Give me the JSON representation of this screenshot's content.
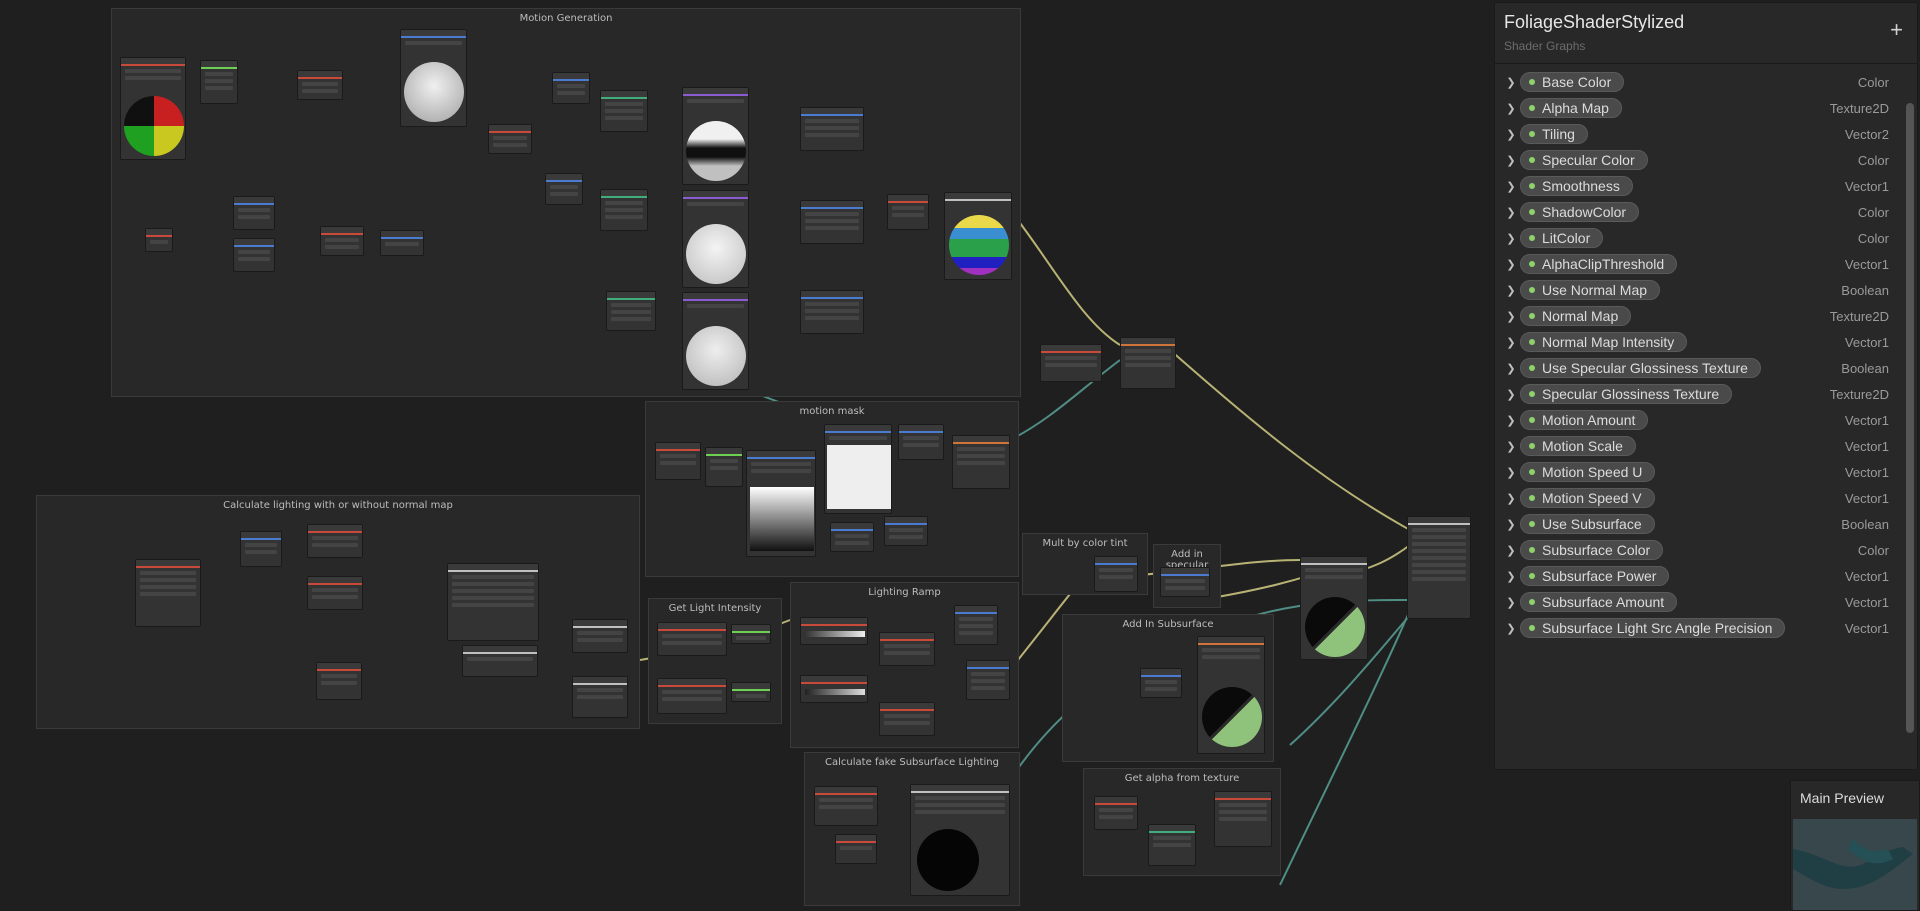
{
  "groups": {
    "motion_generation": "Motion Generation",
    "motion_mask": "motion mask",
    "calc_lighting": "Calculate lighting with or without normal map",
    "get_light_intensity": "Get Light Intensity",
    "lighting_ramp": "Lighting Ramp",
    "mult_by_color_tint": "Mult by color tint",
    "add_in_specular": "Add in specular",
    "add_in_subsurface": "Add In Subsurface",
    "calc_fake_subsurface": "Calculate fake Subsurface Lighting",
    "get_alpha": "Get alpha from texture"
  },
  "blackboard": {
    "title": "FoliageShaderStylized",
    "subtitle": "Shader Graphs",
    "add_label": "+",
    "properties": [
      {
        "name": "Base Color",
        "type": "Color"
      },
      {
        "name": "Alpha Map",
        "type": "Texture2D"
      },
      {
        "name": "Tiling",
        "type": "Vector2"
      },
      {
        "name": "Specular Color",
        "type": "Color"
      },
      {
        "name": "Smoothness",
        "type": "Vector1"
      },
      {
        "name": "ShadowColor",
        "type": "Color"
      },
      {
        "name": "LitColor",
        "type": "Color"
      },
      {
        "name": "AlphaClipThreshold",
        "type": "Vector1"
      },
      {
        "name": "Use Normal Map",
        "type": "Boolean"
      },
      {
        "name": "Normal Map",
        "type": "Texture2D"
      },
      {
        "name": "Normal Map Intensity",
        "type": "Vector1"
      },
      {
        "name": "Use Specular Glossiness Texture",
        "type": "Boolean"
      },
      {
        "name": "Specular Glossiness Texture",
        "type": "Texture2D"
      },
      {
        "name": "Motion Amount",
        "type": "Vector1"
      },
      {
        "name": "Motion Scale",
        "type": "Vector1"
      },
      {
        "name": "Motion Speed U",
        "type": "Vector1"
      },
      {
        "name": "Motion Speed V",
        "type": "Vector1"
      },
      {
        "name": "Use Subsurface",
        "type": "Boolean"
      },
      {
        "name": "Subsurface Color",
        "type": "Color"
      },
      {
        "name": "Subsurface Power",
        "type": "Vector1"
      },
      {
        "name": "Subsurface Amount",
        "type": "Vector1"
      },
      {
        "name": "Subsurface Light Src Angle Precision",
        "type": "Vector1"
      }
    ]
  },
  "main_preview": {
    "title": "Main Preview"
  },
  "colors": {
    "port_dot": "#8fd26b",
    "wire_teal": "#4f8d85",
    "wire_yellow": "#b8b374",
    "header_red": "#c94a3a",
    "header_blue": "#4a7bd0",
    "header_green": "#6fcf52",
    "header_purple": "#8b5bd0",
    "header_orange": "#d0753a"
  }
}
